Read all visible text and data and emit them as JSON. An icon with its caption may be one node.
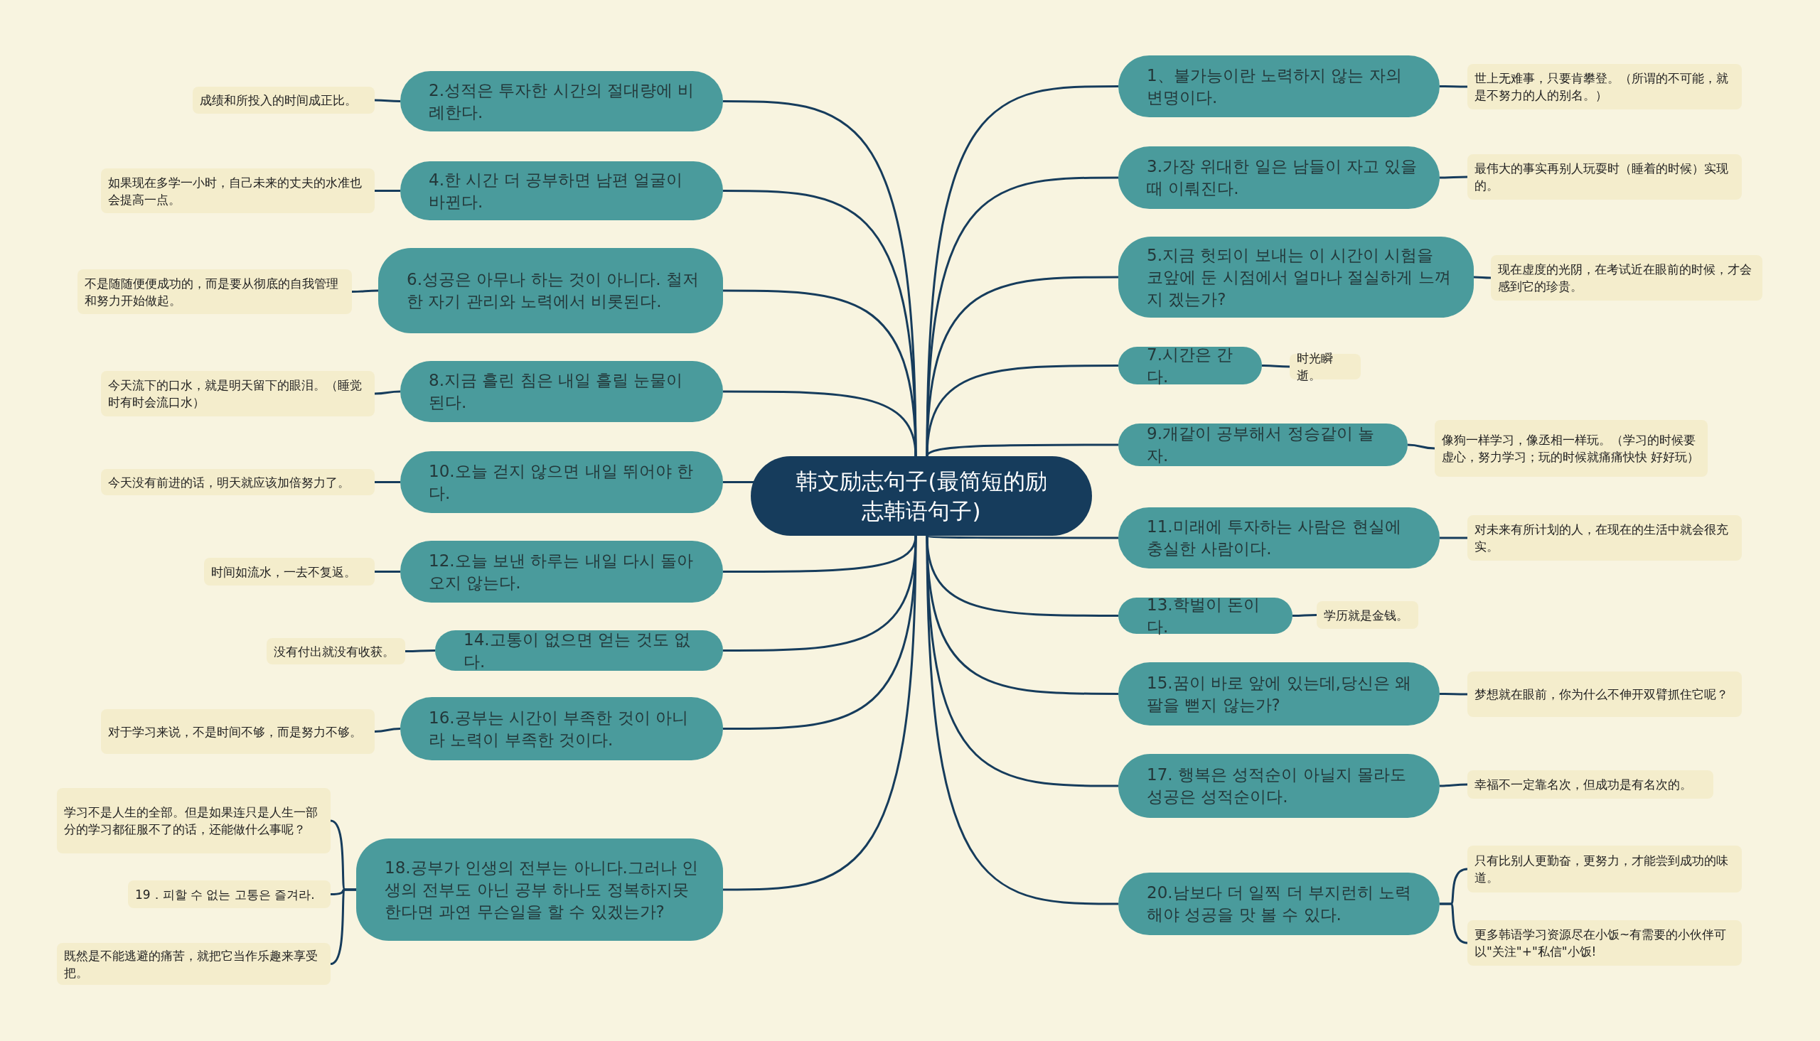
{
  "diagram": {
    "nodes": [
      {
        "text": [
          "韩文励志句子(最简短的励志韩语句子)"
        ]
      },
      {
        "text": [
          "1、불가능이란 노력하지 않는 자의 변명이다."
        ]
      },
      {
        "text": [
          "世上无难事，只要肯攀登。（所谓的不可能，就是不努力的人的别名。）"
        ]
      },
      {
        "text": [
          "3.가장 위대한 일은 남들이 자고 있을 때 이뤄진다."
        ]
      },
      {
        "text": [
          "最伟大的事实再别人玩耍时（睡着的时候）实现的。"
        ]
      },
      {
        "text": [
          "5.지금 헛되이 보내는 이 시간이 시험을 코앞에 둔 시점에서 얼마나 절실하게 느껴지 겠는가?"
        ]
      },
      {
        "text": [
          "现在虚度的光阴，在考试近在眼前的时候，才会感到它的珍贵。"
        ]
      },
      {
        "text": [
          "7.시간은 간다."
        ]
      },
      {
        "text": [
          "时光瞬逝。"
        ]
      },
      {
        "text": [
          "9.개같이 공부해서 정승같이 놀자."
        ]
      },
      {
        "text": [
          "像狗一样学习，像丞相一样玩。（学习的时候要虚心，努力学习；玩的时候就痛痛快快 好好玩）"
        ]
      },
      {
        "text": [
          "11.미래에 투자하는 사람은 현실에 충실한 사람이다."
        ]
      },
      {
        "text": [
          "对未来有所计划的人，在现在的生活中就会很充实。"
        ]
      },
      {
        "text": [
          "13.학벌이 돈이다."
        ]
      },
      {
        "text": [
          "学历就是金钱。"
        ]
      },
      {
        "text": [
          "15.꿈이 바로 앞에 있는데,당신은 왜 팔을 뻗지 않는가?"
        ]
      },
      {
        "text": [
          "梦想就在眼前，你为什么不伸开双臂抓住它呢？"
        ]
      },
      {
        "text": [
          "17. 행복은 성적순이 아닐지 몰라도 성공은 성적순이다."
        ]
      },
      {
        "text": [
          "幸福不一定靠名次，但成功是有名次的。"
        ]
      },
      {
        "text": [
          "20.남보다 더 일찍 더 부지런히 노력해야 성공을 맛 볼 수 있다."
        ]
      },
      {
        "text": [
          "只有比别人更勤奋，更努力，才能尝到成功的味道。"
        ]
      },
      {
        "text": [
          "更多韩语学习资源尽在小饭~有需要的小伙伴可以\"关注\"+\"私信\"小饭!"
        ]
      },
      {
        "text": [
          "2.성적은 투자한 시간의 절대량에 비례한다."
        ]
      },
      {
        "text": [
          "成绩和所投入的时间成正比。"
        ]
      },
      {
        "text": [
          "4.한 시간 더 공부하면 남편 얼굴이 바뀐다."
        ]
      },
      {
        "text": [
          "如果现在多学一小时，自己未来的丈夫的水准也会提高一点。"
        ]
      },
      {
        "text": [
          "6.성공은 아무나 하는 것이 아니다. 철저한 자기 관리와 노력에서 비롯된다."
        ]
      },
      {
        "text": [
          "不是随随便便成功的，而是要从彻底的自我管理和努力开始做起。"
        ]
      },
      {
        "text": [
          "8.지금 흘린 침은 내일 흘릴 눈물이 된다."
        ]
      },
      {
        "text": [
          "今天流下的口水，就是明天留下的眼泪。（睡觉时有时会流口水）"
        ]
      },
      {
        "text": [
          "10.오늘 걷지 않으면 내일 뛰어야 한다."
        ]
      },
      {
        "text": [
          "今天没有前进的话，明天就应该加倍努力了。"
        ]
      },
      {
        "text": [
          "12.오늘 보낸 하루는 내일 다시 돌아오지 않는다."
        ]
      },
      {
        "text": [
          "时间如流水，一去不复返。"
        ]
      },
      {
        "text": [
          "14.고통이 없으면 얻는 것도 없다."
        ]
      },
      {
        "text": [
          "没有付出就没有收获。"
        ]
      },
      {
        "text": [
          "16.공부는 시간이 부족한 것이 아니라 노력이 부족한 것이다."
        ]
      },
      {
        "text": [
          "对于学习来说，不是时间不够，而是努力不够。"
        ]
      },
      {
        "text": [
          "18.공부가 인생의 전부는 아니다.그러나 인생의 전부도 아닌 공부 하나도 정복하지못 한다면 과연 무슨일을 할 수 있겠는가?"
        ]
      },
      {
        "text": [
          "学习不是人生的全部。但是如果连只是人生一部分的学习都征服不了的话，还能做什么事呢？"
        ]
      },
      {
        "text": [
          "19．피할 수 없는 고통은 즐겨라."
        ]
      },
      {
        "text": [
          "既然是不能逃避的痛苦，就把它当作乐趣来享受把。"
        ]
      }
    ],
    "edges": [
      {
        "from": 0,
        "to": 1,
        "arrow": "none"
      },
      {
        "from": 1,
        "to": 2,
        "arrow": "none"
      },
      {
        "from": 0,
        "to": 3,
        "arrow": "none"
      },
      {
        "from": 3,
        "to": 4,
        "arrow": "none"
      },
      {
        "from": 0,
        "to": 5,
        "arrow": "none"
      },
      {
        "from": 5,
        "to": 6,
        "arrow": "none"
      },
      {
        "from": 0,
        "to": 7,
        "arrow": "none"
      },
      {
        "from": 7,
        "to": 8,
        "arrow": "none"
      },
      {
        "from": 0,
        "to": 9,
        "arrow": "none"
      },
      {
        "from": 9,
        "to": 10,
        "arrow": "none"
      },
      {
        "from": 0,
        "to": 11,
        "arrow": "none"
      },
      {
        "from": 11,
        "to": 12,
        "arrow": "none"
      },
      {
        "from": 0,
        "to": 13,
        "arrow": "none"
      },
      {
        "from": 13,
        "to": 14,
        "arrow": "none"
      },
      {
        "from": 0,
        "to": 15,
        "arrow": "none"
      },
      {
        "from": 15,
        "to": 16,
        "arrow": "none"
      },
      {
        "from": 0,
        "to": 17,
        "arrow": "none"
      },
      {
        "from": 17,
        "to": 18,
        "arrow": "none"
      },
      {
        "from": 0,
        "to": 19,
        "arrow": "none"
      },
      {
        "from": 19,
        "to": 20,
        "arrow": "none"
      },
      {
        "from": 19,
        "to": 21,
        "arrow": "none"
      },
      {
        "from": 0,
        "to": 22,
        "arrow": "none"
      },
      {
        "from": 22,
        "to": 23,
        "arrow": "none"
      },
      {
        "from": 0,
        "to": 24,
        "arrow": "none"
      },
      {
        "from": 24,
        "to": 25,
        "arrow": "none"
      },
      {
        "from": 0,
        "to": 26,
        "arrow": "none"
      },
      {
        "from": 26,
        "to": 27,
        "arrow": "none"
      },
      {
        "from": 0,
        "to": 28,
        "arrow": "none"
      },
      {
        "from": 28,
        "to": 29,
        "arrow": "none"
      },
      {
        "from": 0,
        "to": 30,
        "arrow": "none"
      },
      {
        "from": 30,
        "to": 31,
        "arrow": "none"
      },
      {
        "from": 0,
        "to": 32,
        "arrow": "none"
      },
      {
        "from": 32,
        "to": 33,
        "arrow": "none"
      },
      {
        "from": 0,
        "to": 34,
        "arrow": "none"
      },
      {
        "from": 34,
        "to": 35,
        "arrow": "none"
      },
      {
        "from": 0,
        "to": 36,
        "arrow": "none"
      },
      {
        "from": 36,
        "to": 37,
        "arrow": "none"
      },
      {
        "from": 0,
        "to": 38,
        "arrow": "none"
      },
      {
        "from": 38,
        "to": 39,
        "arrow": "none"
      },
      {
        "from": 38,
        "to": 40,
        "arrow": "none"
      },
      {
        "from": 38,
        "to": 41,
        "arrow": "none"
      }
    ]
  }
}
